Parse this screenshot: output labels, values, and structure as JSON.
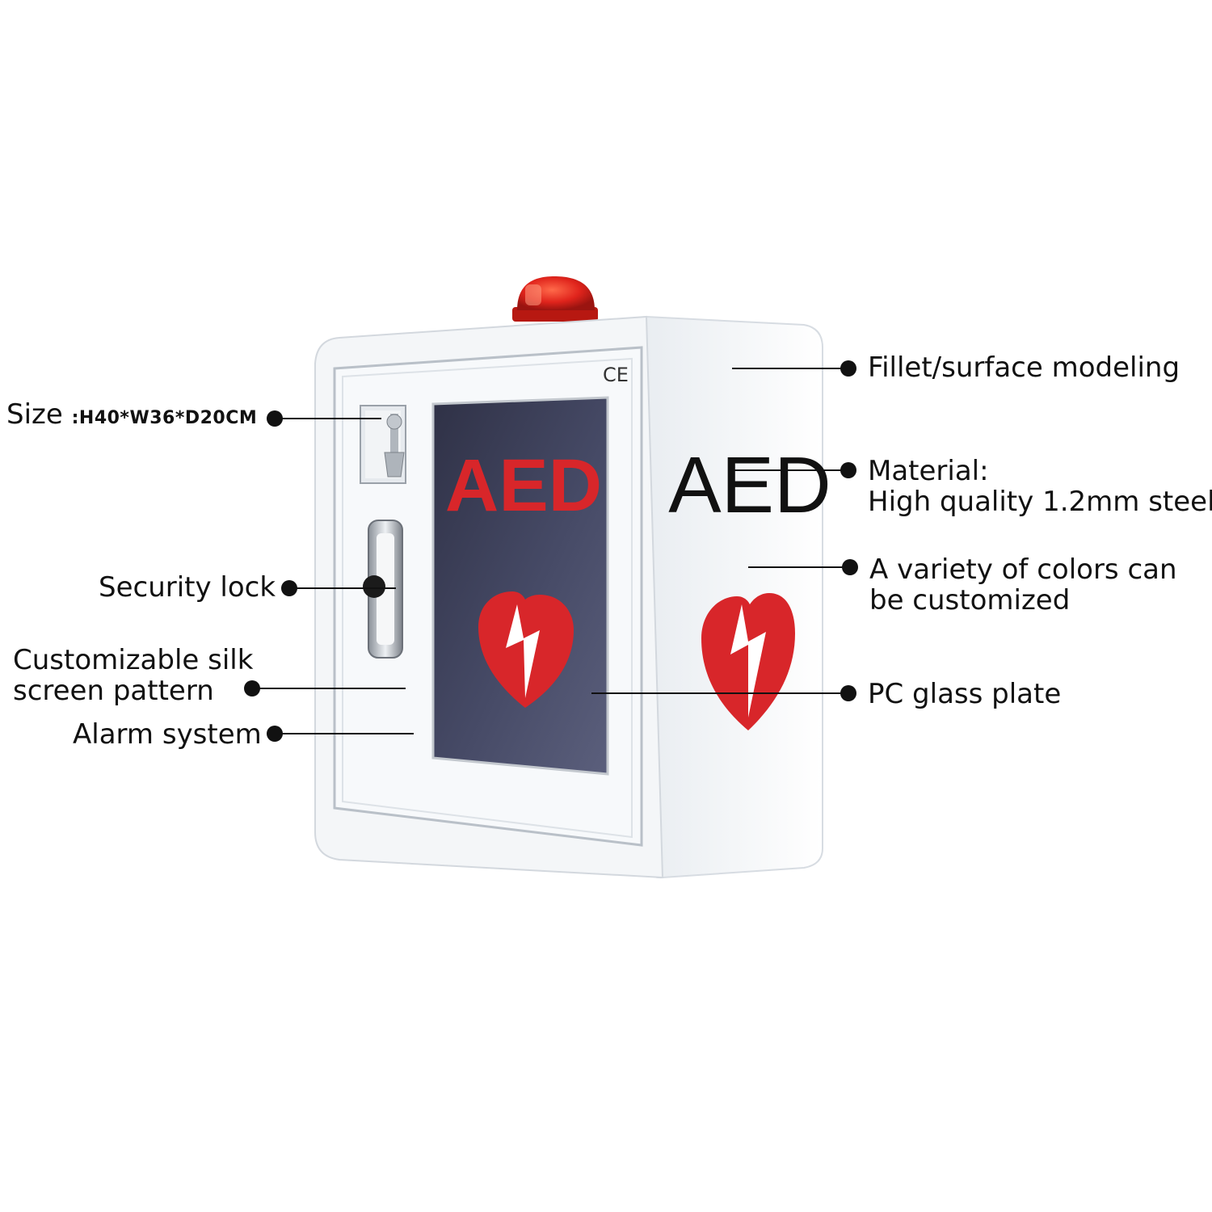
{
  "cabinet": {
    "front_brand": "AED",
    "side_brand": "AED",
    "cert_mark": "CE",
    "colors": {
      "body": "#f4f6f8",
      "glass": "#3c3f58",
      "accent_red": "#d8262a",
      "beacon": "#e0241c"
    },
    "icons": [
      "beacon-light-icon",
      "key-icon",
      "handle-icon",
      "heart-lightning-icon"
    ]
  },
  "callouts": {
    "size_label": "Size",
    "size_value": ":H40*W36*D20CM",
    "security_lock": "Security lock",
    "silk_line1": "Customizable silk",
    "silk_line2": "screen pattern",
    "alarm": "Alarm system",
    "fillet": "Fillet/surface modeling",
    "material_line1": "Material:",
    "material_line2": "High quality 1.2mm steel",
    "colors_line1": "A variety of colors can",
    "colors_line2": "be customized",
    "pc_glass": "PC glass plate"
  }
}
